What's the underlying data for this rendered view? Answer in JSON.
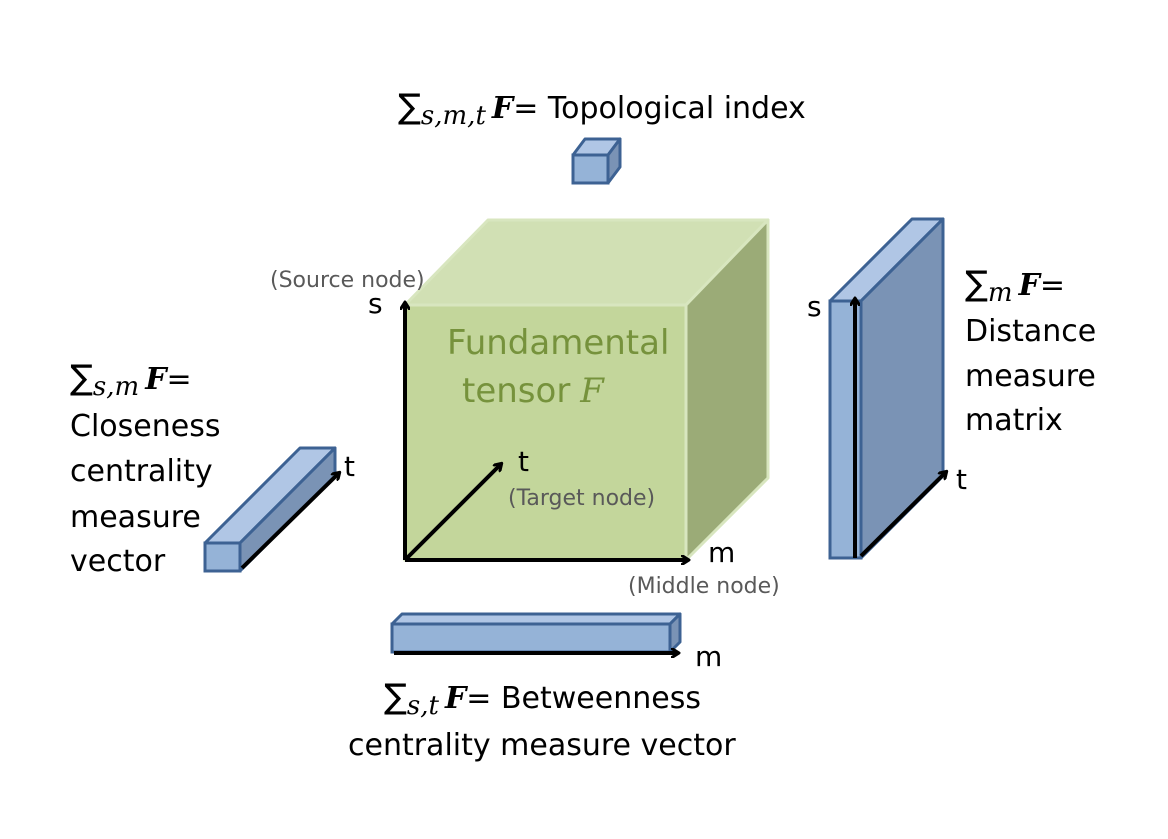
{
  "top": {
    "sum_symbol": "∑",
    "subscript": "s,m,t",
    "tensor": "F",
    "text": "= Topological index"
  },
  "left": {
    "sum_symbol": "∑",
    "subscript": "s,m",
    "tensor": "F",
    "eq": "=",
    "lines": [
      "Closeness",
      "centrality",
      "measure",
      "vector"
    ]
  },
  "right": {
    "sum_symbol": "∑",
    "subscript": "m",
    "tensor": "F",
    "eq": "=",
    "lines": [
      "Distance",
      "measure",
      "matrix"
    ]
  },
  "bottom": {
    "sum_symbol": "∑",
    "subscript": "s,t",
    "tensor": "F",
    "text": "= Betweenness",
    "line2": "centrality measure vector"
  },
  "cube": {
    "title_line1": "Fundamental",
    "title_line2": "tensor",
    "tensor": "F"
  },
  "axes": {
    "s": "s",
    "t": "t",
    "m": "m",
    "source_node": "(Source node)",
    "target_node": "(Target node)",
    "middle_node": "(Middle node)"
  },
  "colors": {
    "cube_front": "#c3d69b",
    "cube_top": "#d1e0b4",
    "cube_side": "#9bab77",
    "cube_title": "#76923c",
    "bar_front": "#95b3d7",
    "bar_top": "#b0c6e5",
    "bar_side": "#7a93b5",
    "bar_stroke": "#3d6293"
  }
}
